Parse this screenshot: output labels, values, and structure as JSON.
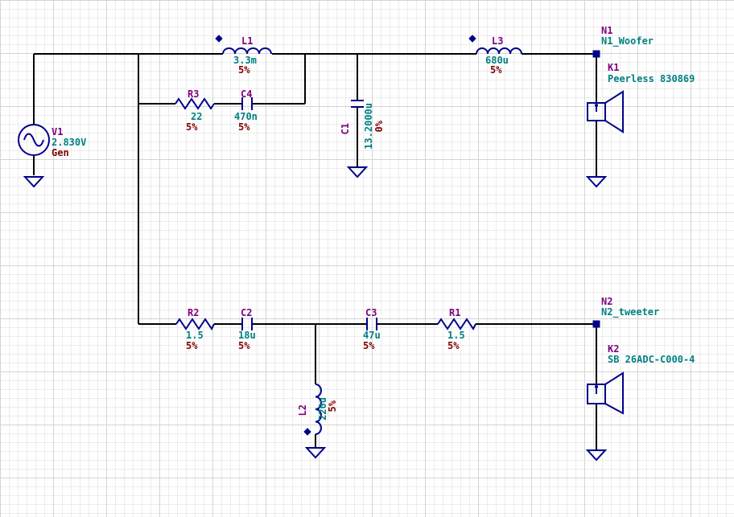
{
  "colors": {
    "wire": "#000000",
    "part": "#00008b",
    "ref": "#800080",
    "value": "#008080",
    "tolerance": "#800000"
  },
  "components": {
    "V1": {
      "ref": "V1",
      "value": "2.830V",
      "extra": "Gen"
    },
    "L1": {
      "ref": "L1",
      "value": "3.3m",
      "tol": "5%"
    },
    "L3": {
      "ref": "L3",
      "value": "680u",
      "tol": "5%"
    },
    "R3": {
      "ref": "R3",
      "value": "22",
      "tol": "5%"
    },
    "C4": {
      "ref": "C4",
      "value": "470n",
      "tol": "5%"
    },
    "C1": {
      "ref": "C1",
      "value": "13.2000u",
      "tol": "0%"
    },
    "R2": {
      "ref": "R2",
      "value": "1.5",
      "tol": "5%"
    },
    "C2": {
      "ref": "C2",
      "value": "18u",
      "tol": "5%"
    },
    "C3": {
      "ref": "C3",
      "value": "47u",
      "tol": "5%"
    },
    "R1": {
      "ref": "R1",
      "value": "1.5",
      "tol": "5%"
    },
    "L2": {
      "ref": "L2",
      "value": "220u",
      "tol": "5%"
    },
    "K1": {
      "ref": "K1",
      "value": "Peerless 830869"
    },
    "K2": {
      "ref": "K2",
      "value": "SB 26ADC-C000-4"
    }
  },
  "nodes": {
    "N1": {
      "ref": "N1",
      "name": "N1_Woofer"
    },
    "N2": {
      "ref": "N2",
      "name": "N2_tweeter"
    }
  }
}
